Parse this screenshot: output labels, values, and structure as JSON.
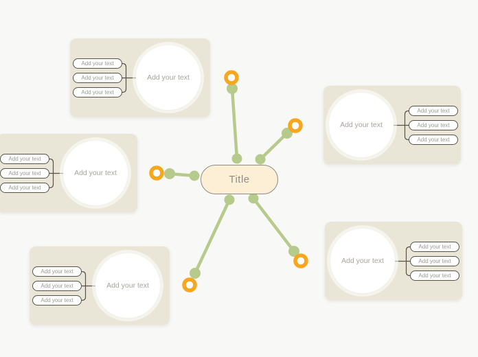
{
  "central_topic": {
    "label": "Title"
  },
  "colors": {
    "background": "#f8f8f6",
    "branch": "#b6ca8c",
    "marker": "#f7a61d",
    "connector": "#55524a",
    "node_fill": "#fcefd5",
    "node_border": "#8c8c84",
    "group_bg": "#e9e6d7"
  },
  "groups": [
    {
      "name": "top-left",
      "topic": "Add your text",
      "subtopics": [
        "Add your text",
        "Add your text",
        "Add your text"
      ]
    },
    {
      "name": "middle-left",
      "topic": "Add your text",
      "subtopics": [
        "Add your text",
        "Add your text",
        "Add your text"
      ]
    },
    {
      "name": "bottom-left",
      "topic": "Add your text",
      "subtopics": [
        "Add your text",
        "Add your text",
        "Add your text"
      ]
    },
    {
      "name": "top-right",
      "topic": "Add your text",
      "subtopics": [
        "Add your text",
        "Add your text",
        "Add your text"
      ]
    },
    {
      "name": "bottom-right",
      "topic": "Add your text",
      "subtopics": [
        "Add your text",
        "Add your text",
        "Add your text"
      ]
    }
  ]
}
